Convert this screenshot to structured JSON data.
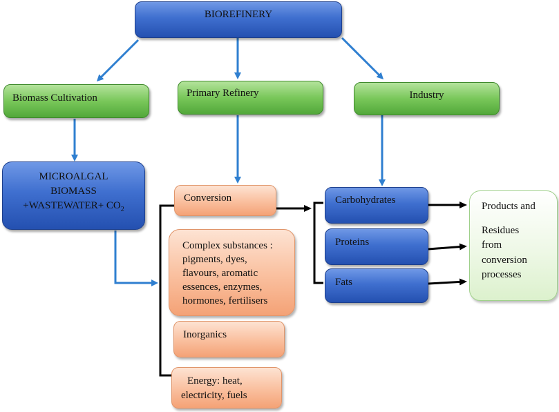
{
  "top": {
    "title": "BIOREFINERY"
  },
  "level2": {
    "cultivation": "Biomass Cultivation",
    "primary": "Primary Refinery",
    "industry": "Industry"
  },
  "biomass": {
    "line1": "MICROALGAL",
    "line2": "BIOMASS",
    "line3_main": "+WASTEWATER+ CO",
    "line3_sub": "2"
  },
  "refinery_outputs": {
    "conversion": "Conversion",
    "complex": [
      "Complex substances :",
      "pigments, dyes,",
      "flavours, aromatic",
      "essences, enzymes,",
      "hormones, fertilisers"
    ],
    "inorganics": "Inorganics",
    "energy": [
      "Energy: heat,",
      "electricity, fuels"
    ]
  },
  "industry_outputs": {
    "carbohydrates": "Carbohydrates",
    "proteins": "Proteins",
    "fats": "Fats"
  },
  "products": {
    "line1": "Products and",
    "lines": [
      "Residues",
      "from",
      "conversion",
      "processes"
    ]
  },
  "colors": {
    "blue_arrow": "#2f7fd0",
    "black_arrow": "#000000",
    "blue_box": "#3f6fcf",
    "green_box": "#79c75a",
    "orange_box": "#fac2a2"
  }
}
